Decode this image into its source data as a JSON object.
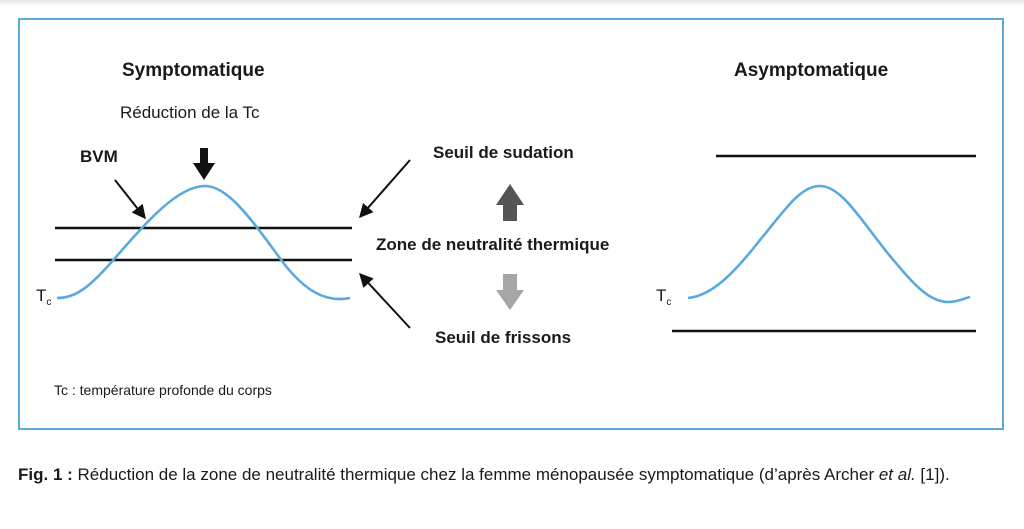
{
  "figure": {
    "left_panel": {
      "title": "Symptomatique",
      "reduction_label": "Réduction de la Tc",
      "bvm_label": "BVM",
      "tc_label": "T",
      "tc_subscript": "c"
    },
    "right_panel": {
      "title": "Asymptomatique",
      "tc_label": "T",
      "tc_subscript": "c"
    },
    "center": {
      "sweat_threshold": "Seuil de sudation",
      "neutral_zone": "Zone de neutralité thermique",
      "shiver_threshold": "Seuil de frissons"
    },
    "legend_note": "Tc : température profonde du corps",
    "colors": {
      "curve": "#5aa9dd",
      "frame": "#5aa9dd",
      "up_arrow": "#555555",
      "down_arrow": "#a6a6a6"
    }
  },
  "caption": {
    "label": "Fig. 1 :",
    "text_before": " Réduction de la zone de neutralité thermique chez la femme ménopausée symptomatique (d’après Archer ",
    "italic": "et al.",
    "text_after": " [1])."
  }
}
